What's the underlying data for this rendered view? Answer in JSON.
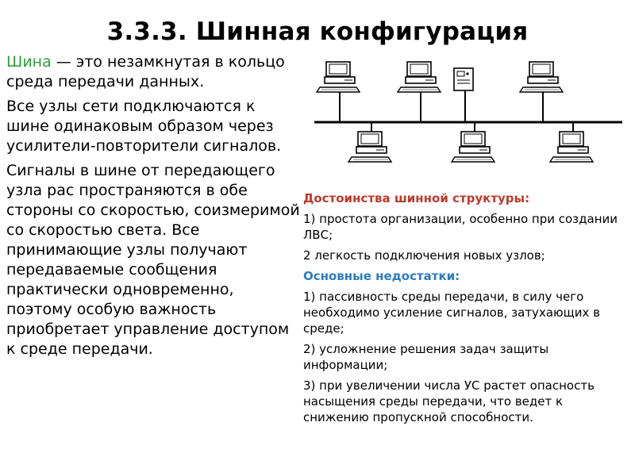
{
  "title": "3.3.3. Шинная конфигурация",
  "left": {
    "term": "Шина",
    "definition_rest": " — это незамкнутая в кольцо среда передачи данных.",
    "para2": "Все узлы сети подключаются к шине одинаковым образом через усилители-повторители сигналов.",
    "para3": "Сигналы в шине от передающего узла рас пространяются в обе стороны со скоростью, соизмеримой со скоростью света. Все принимающие узлы получают передаваемые сообщения практически одновременно, поэтому особую важность приобретает  управление доступом к среде передачи."
  },
  "right": {
    "advantages_header": "Достоинства шинной структуры:",
    "advantages": [
      "1) простота организации, особенно при создании ЛВС;",
      "2 легкость подключения новых узлов;"
    ],
    "disadvantages_header": "Основные недостатки:",
    "disadvantages": [
      "1) пассивность среды передачи, в силу чего необходимо усиление сигналов, затухающих в среде;",
      "2) усложнение решения задач защиты информации;",
      "3) при увеличении числа УС растет опасность насыщения среды передачи, что ведет к снижению пропускной способности."
    ]
  },
  "colors": {
    "term": "#2e9e3a",
    "advantages_header": "#c0392b",
    "disadvantages_header": "#2b7cc0"
  }
}
